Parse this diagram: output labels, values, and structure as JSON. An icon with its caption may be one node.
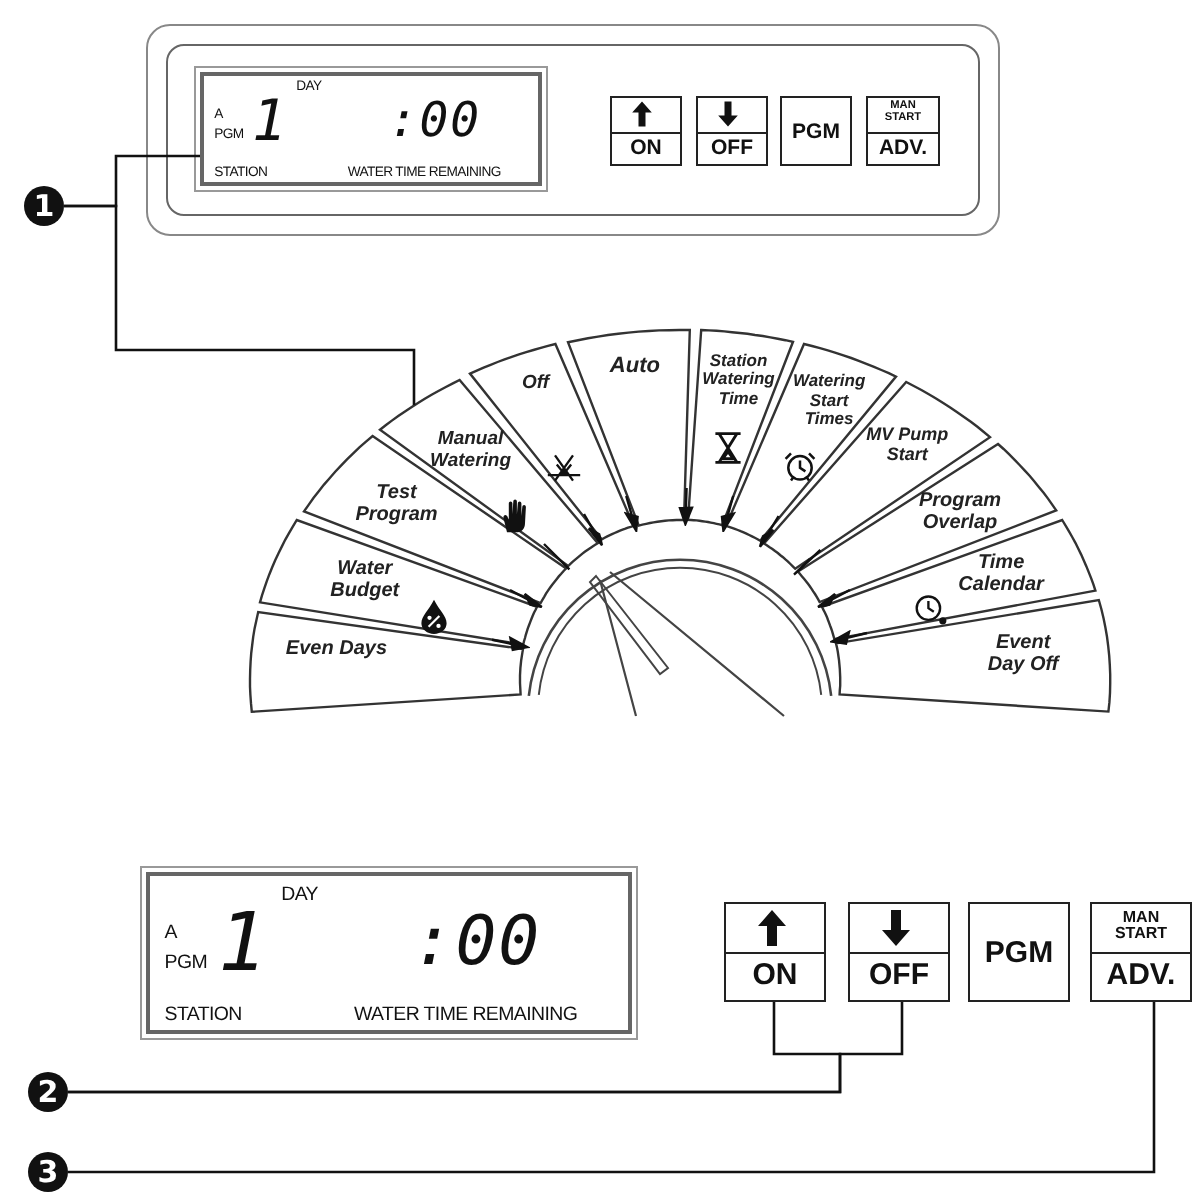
{
  "diagram": {
    "nodes": [
      {
        "text": [],
        "shape": "box"
      },
      {
        "text": [
          "DAY",
          "A",
          "PGM",
          "1",
          ":00",
          "STATION",
          "WATER TIME REMAINING"
        ],
        "in": 0
      },
      {
        "text": [
          "ON"
        ],
        "in": 0
      },
      {
        "text": [
          "OFF"
        ],
        "in": 0
      },
      {
        "text": [
          "PGM"
        ],
        "in": 0
      },
      {
        "text": [
          "MAN START",
          "ADV."
        ],
        "in": 0
      },
      {
        "text": [
          "1"
        ]
      },
      {
        "text": [
          "Even Days"
        ]
      },
      {
        "text": [
          "Water Budget"
        ]
      },
      {
        "text": [
          "Test Program"
        ]
      },
      {
        "text": [
          "Manual Watering"
        ]
      },
      {
        "text": [
          "Off"
        ]
      },
      {
        "text": [
          "Auto"
        ]
      },
      {
        "text": [
          "Station Watering Time"
        ]
      },
      {
        "text": [
          "Watering Start Times"
        ]
      },
      {
        "text": [
          "MV Pump Start"
        ]
      },
      {
        "text": [
          "Program Overlap"
        ]
      },
      {
        "text": [
          "Time Calendar"
        ]
      },
      {
        "text": [
          "Event Day Off"
        ]
      },
      {
        "text": [
          "DAY",
          "A",
          "PGM",
          "1",
          ":00",
          "STATION",
          "WATER TIME REMAINING"
        ]
      },
      {
        "text": [
          "ON"
        ]
      },
      {
        "text": [
          "OFF"
        ]
      },
      {
        "text": [
          "PGM"
        ]
      },
      {
        "text": [
          "MAN START",
          "ADV."
        ]
      },
      {
        "text": [
          "2"
        ]
      },
      {
        "text": [
          "3"
        ]
      }
    ],
    "edges": [
      {
        "from": 6,
        "to": 1,
        "arrow": "none"
      },
      {
        "from": 6,
        "to": 10,
        "arrow": "none"
      },
      {
        "from": 24,
        "to": 20,
        "arrow": "none"
      },
      {
        "from": 24,
        "to": 21,
        "arrow": "none"
      },
      {
        "from": 25,
        "to": 23,
        "arrow": "none"
      }
    ]
  }
}
